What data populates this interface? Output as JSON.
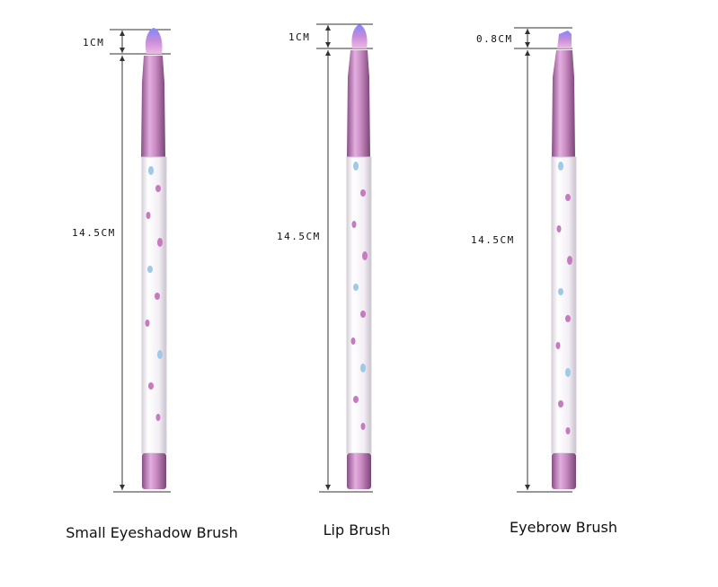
{
  "brushes": [
    {
      "name": "Small Eyeshadow Brush",
      "tip_length": "1CM",
      "body_length": "14.5CM"
    },
    {
      "name": "Lip Brush",
      "tip_length": "1CM",
      "body_length": "14.5CM"
    },
    {
      "name": "Eyebrow Brush",
      "tip_length": "0.8CM",
      "body_length": "14.5CM"
    }
  ],
  "colors": {
    "bristle_top": "#7f86ff",
    "bristle_mid": "#c68cd8",
    "bristle_base": "#f0b8e4",
    "ferrule": "#c98bc2",
    "ferrule_dark": "#8a4f86",
    "handle_glass": "#f5f3f6",
    "glitter_pink": "#c77ac0",
    "glitter_blue": "#9fc9e8",
    "dim_line": "#333333"
  }
}
